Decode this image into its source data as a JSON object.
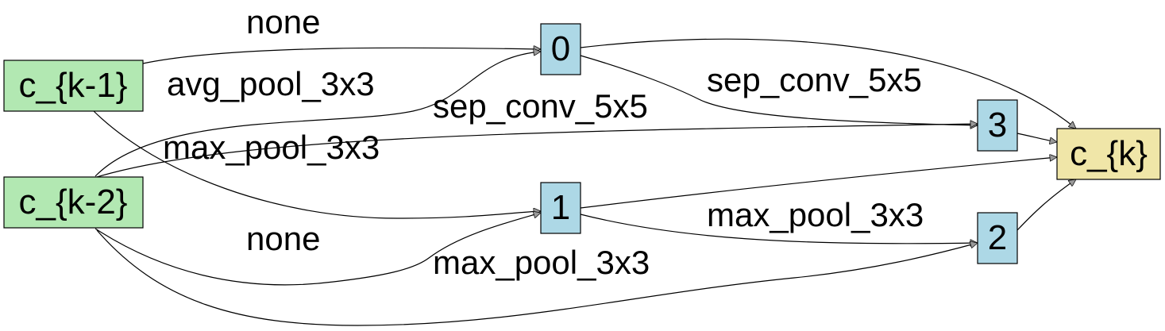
{
  "colors": {
    "input_node": "#b2e8b2",
    "intermediate_node": "#add8e6",
    "output_node": "#f0e6a8"
  },
  "nodes": {
    "ck1": "c_{k-1}",
    "ck2": "c_{k-2}",
    "n0": "0",
    "n1": "1",
    "n2": "2",
    "n3": "3",
    "ck": "c_{k}"
  },
  "edges": {
    "ck1_to_0": "none",
    "ck2_to_0": "avg_pool_3x3",
    "n0_to_3": "sep_conv_5x5",
    "ck2_to_3": "max_pool_3x3",
    "ck1_to_1": "sep_conv_5x5",
    "ck2_to_1": "none",
    "n1_to_2": "max_pool_3x3",
    "ck2_to_2": "max_pool_3x3"
  }
}
